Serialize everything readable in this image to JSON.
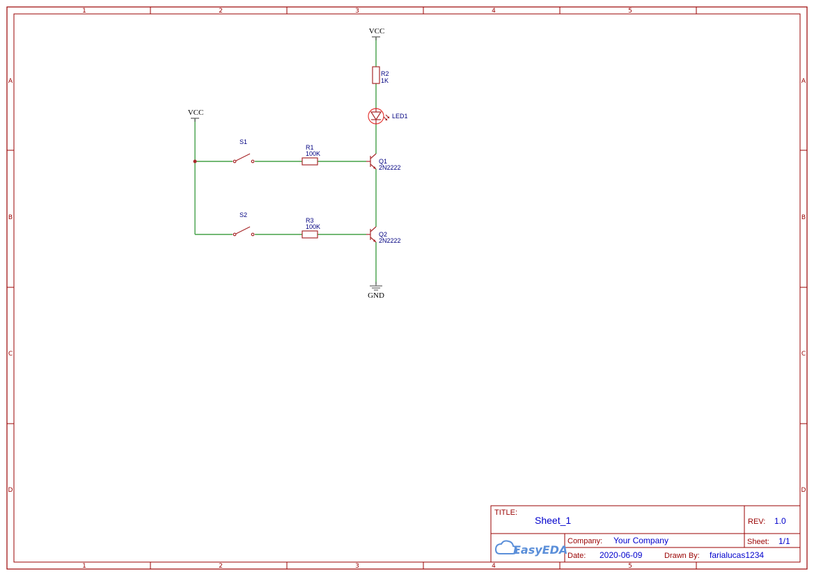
{
  "zones": {
    "columns": [
      "1",
      "2",
      "3",
      "4",
      "5"
    ],
    "rows": [
      "A",
      "B",
      "C",
      "D"
    ]
  },
  "schematic": {
    "power": {
      "vcc_top": "VCC",
      "vcc_left": "VCC",
      "gnd": "GND"
    },
    "components": {
      "r2": {
        "ref": "R2",
        "value": "1K"
      },
      "led1": {
        "ref": "LED1"
      },
      "q1": {
        "ref": "Q1",
        "value": "2N2222"
      },
      "q2": {
        "ref": "Q2",
        "value": "2N2222"
      },
      "s1": {
        "ref": "S1"
      },
      "s2": {
        "ref": "S2"
      },
      "r1": {
        "ref": "R1",
        "value": "100K"
      },
      "r3": {
        "ref": "R3",
        "value": "100K"
      }
    }
  },
  "title_block": {
    "title_label": "TITLE:",
    "title": "Sheet_1",
    "rev_label": "REV:",
    "rev": "1.0",
    "company_label": "Company:",
    "company": "Your Company",
    "sheet_label": "Sheet:",
    "sheet": "1/1",
    "date_label": "Date:",
    "date": "2020-06-09",
    "drawn_by_label": "Drawn By:",
    "drawn_by": "farialucas1234",
    "brand": "EasyEDA"
  },
  "colors": {
    "frame": "#990000",
    "wire": "#43a047",
    "component": "#a8282a",
    "reference_text": "#000080",
    "value_text": "#0000cc",
    "brand": "#5b8fd9"
  }
}
